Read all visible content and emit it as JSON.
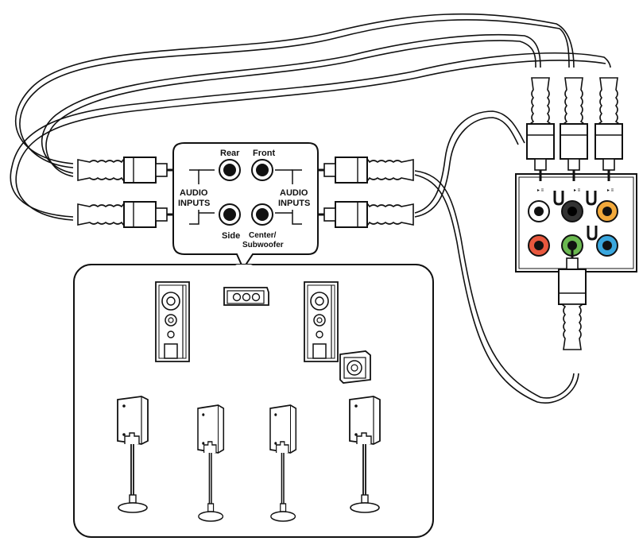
{
  "hub": {
    "left_label": {
      "line1": "AUDIO",
      "line2": "INPUTS"
    },
    "right_label": {
      "line1": "AUDIO",
      "line2": "INPUTS"
    },
    "jacks": {
      "rear": "Rear",
      "front": "Front",
      "side": "Side",
      "center_line1": "Center/",
      "center_line2": "Subwoofer"
    }
  },
  "io_panel": {
    "jack_colors": {
      "black_top": "#111111",
      "dark_gray": "#333333",
      "orange": "#f2a93b",
      "red": "#e8583e",
      "green": "#6ab850",
      "blue": "#3aa7de"
    }
  },
  "colors": {
    "line": "#111111",
    "background": "#ffffff",
    "panel_fill": "#ffffff"
  },
  "icons": [
    "rca-plug-icon",
    "speaker-tower-icon",
    "center-speaker-icon",
    "subwoofer-icon",
    "satellite-speaker-stand-icon"
  ]
}
